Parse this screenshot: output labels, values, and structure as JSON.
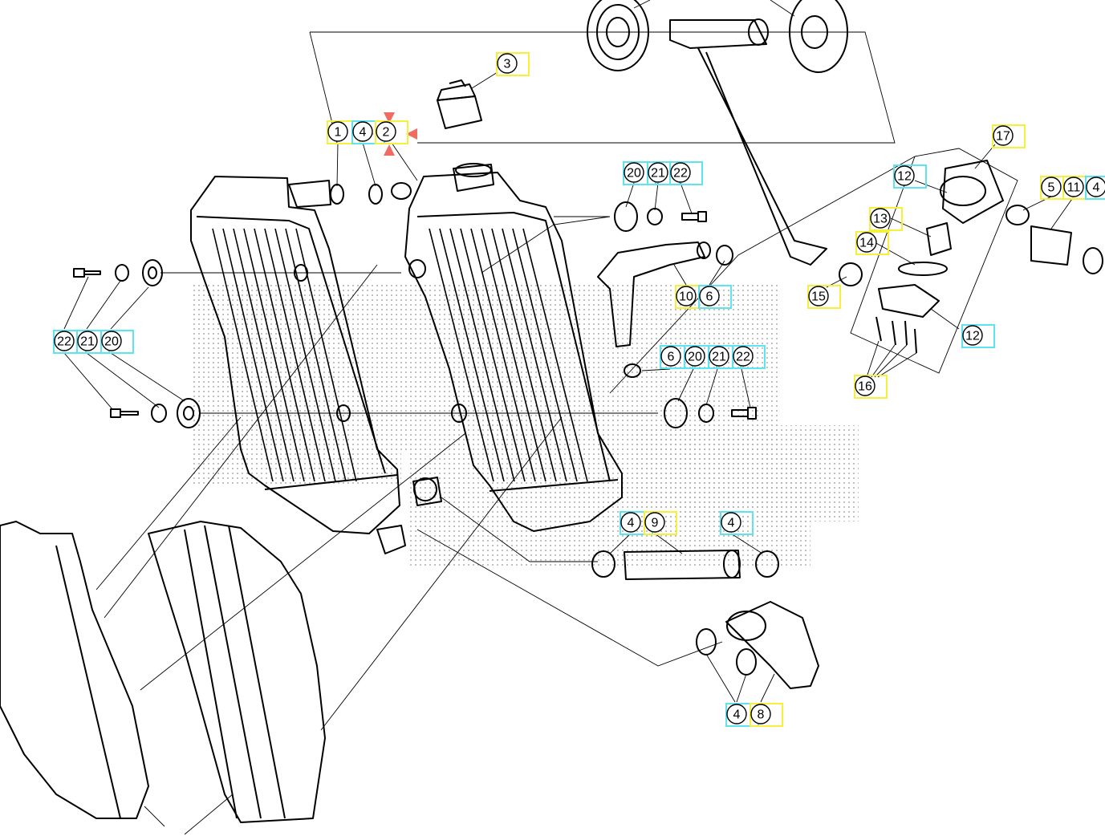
{
  "diagram": {
    "highlight_colors": {
      "yellow": "#f7ef3a",
      "cyan": "#5ee3f0"
    },
    "marker_color": "#f26b62",
    "callouts": [
      {
        "id": "c1",
        "label": "1",
        "hl": "yellow"
      },
      {
        "id": "c2",
        "label": "4",
        "hl": "cyan"
      },
      {
        "id": "c3",
        "label": "2",
        "hl": "yellow"
      },
      {
        "id": "c4",
        "label": "3",
        "hl": "yellow"
      },
      {
        "id": "c5",
        "label": "20",
        "hl": "cyan"
      },
      {
        "id": "c6",
        "label": "21",
        "hl": "cyan"
      },
      {
        "id": "c7",
        "label": "22",
        "hl": "cyan"
      },
      {
        "id": "c8",
        "label": "10",
        "hl": "yellow"
      },
      {
        "id": "c9",
        "label": "6",
        "hl": "cyan"
      },
      {
        "id": "c10",
        "label": "17",
        "hl": "yellow"
      },
      {
        "id": "c11",
        "label": "12",
        "hl": "cyan"
      },
      {
        "id": "c12",
        "label": "5",
        "hl": "yellow"
      },
      {
        "id": "c13",
        "label": "11",
        "hl": "yellow"
      },
      {
        "id": "c14",
        "label": "4",
        "hl": "cyan"
      },
      {
        "id": "c15",
        "label": "13",
        "hl": "yellow"
      },
      {
        "id": "c16",
        "label": "14",
        "hl": "yellow"
      },
      {
        "id": "c17",
        "label": "15",
        "hl": "yellow"
      },
      {
        "id": "c18",
        "label": "12",
        "hl": "cyan"
      },
      {
        "id": "c19",
        "label": "16",
        "hl": "yellow"
      },
      {
        "id": "c20",
        "label": "22",
        "hl": "cyan"
      },
      {
        "id": "c21",
        "label": "21",
        "hl": "cyan"
      },
      {
        "id": "c22",
        "label": "20",
        "hl": "cyan"
      },
      {
        "id": "c23",
        "label": "6",
        "hl": "cyan"
      },
      {
        "id": "c24",
        "label": "20",
        "hl": "cyan"
      },
      {
        "id": "c25",
        "label": "21",
        "hl": "cyan"
      },
      {
        "id": "c26",
        "label": "22",
        "hl": "cyan"
      },
      {
        "id": "c27",
        "label": "4",
        "hl": "cyan"
      },
      {
        "id": "c28",
        "label": "9",
        "hl": "yellow"
      },
      {
        "id": "c29",
        "label": "4",
        "hl": "cyan"
      },
      {
        "id": "c30",
        "label": "4",
        "hl": "cyan"
      },
      {
        "id": "c31",
        "label": "8",
        "hl": "yellow"
      }
    ]
  }
}
